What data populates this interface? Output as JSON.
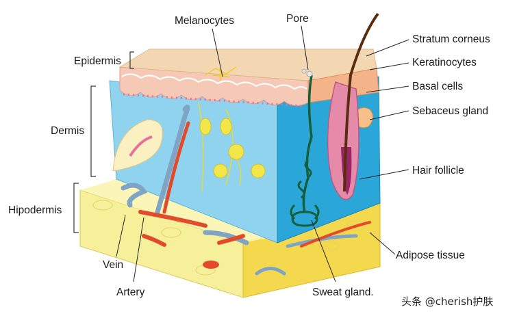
{
  "labels": {
    "melanocytes": "Melanocytes",
    "pore": "Pore",
    "stratum_corneus": "Stratum corneus",
    "keratinocytes": "Keratinocytes",
    "basal_cells": "Basal cells",
    "sebaceus_gland": "Sebaceus gland",
    "epidermis": "Epidermis",
    "dermis": "Dermis",
    "hair_follicle": "Hair follicle",
    "hipodermis": "Hipodermis",
    "adipose_tissue": "Adipose tissue",
    "vein": "Vein",
    "artery": "Artery",
    "sweat_gland": "Sweat gland."
  },
  "watermark": "头条 @cherish护肤",
  "colors": {
    "epidermis_top": "#f3d7b2",
    "epidermis_side": "#f6c9b6",
    "dermis": "#8fd3ee",
    "dermis_right": "#2aa6d9",
    "hypodermis": "#f7f09a",
    "hypodermis_dark": "#f2cf3a",
    "vein": "#7fa4c4",
    "artery": "#e24a2c",
    "sweat_gland": "#15603a",
    "hair": "#5a2c10",
    "follicle": "#e58aa9"
  }
}
